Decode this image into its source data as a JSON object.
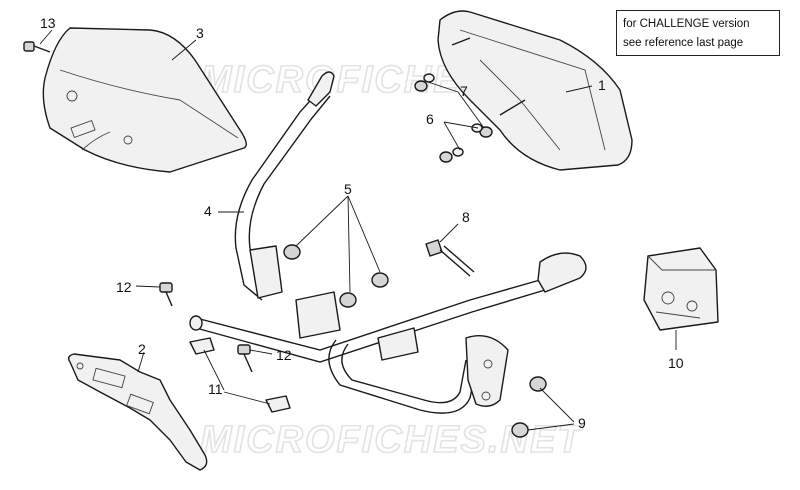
{
  "note": {
    "line1": "for CHALLENGE version",
    "line2": "see reference last page"
  },
  "watermark": {
    "top": "MICROFICHES.NET",
    "bottom": "MICROFICHES.NET"
  },
  "callouts": {
    "c13": "13",
    "c3": "3",
    "c1": "1",
    "c7": "7",
    "c6": "6",
    "c5": "5",
    "c4": "4",
    "c8": "8",
    "c12a": "12",
    "c12b": "12",
    "c2": "2",
    "c11": "11",
    "c9": "9",
    "c10": "10"
  },
  "colors": {
    "line": "#1a1a1a",
    "part_fill": "#f1f1f1",
    "watermark": "#e3e3e3"
  }
}
